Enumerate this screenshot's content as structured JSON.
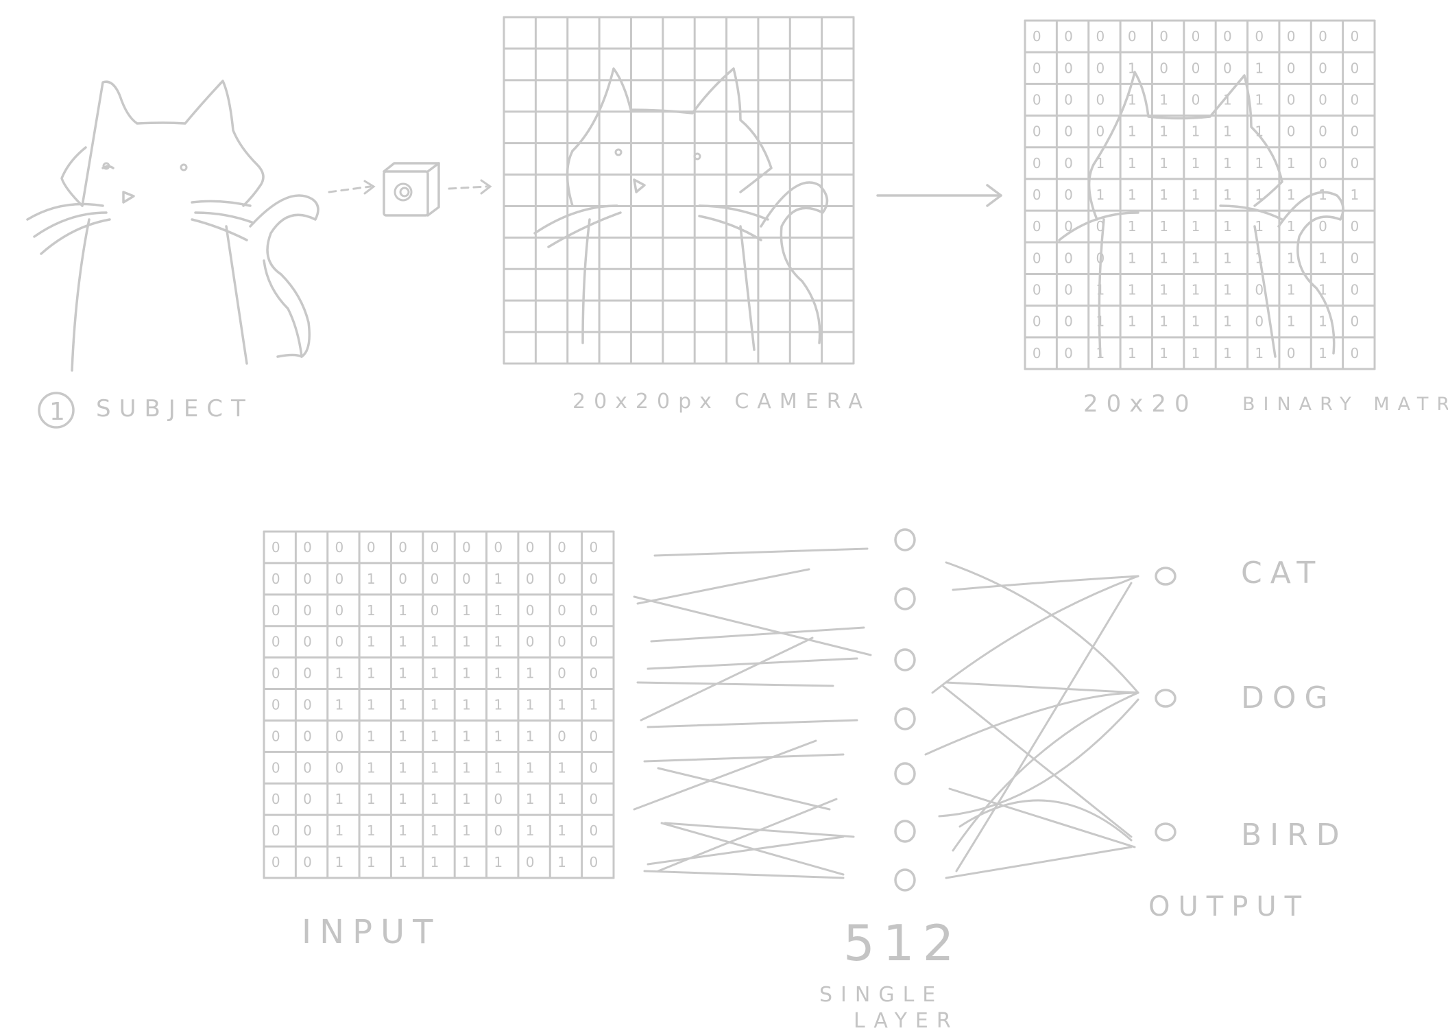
{
  "colors": {
    "stroke": "#c8c8c8",
    "text": "#c4c4c4",
    "background": "#ffffff"
  },
  "labels": {
    "step_number": "1",
    "subject": "SUBJECT",
    "camera": "20x20px CAMERA",
    "matrix_size": "20x20",
    "matrix_kind": "BINARY MATRIX",
    "input": "INPUT",
    "hidden_count": "512",
    "hidden_kind_line1": "SINGLE",
    "hidden_kind_line2": "LAYER",
    "output": "OUTPUT"
  },
  "outputs": [
    "CAT",
    "DOG",
    "BIRD"
  ],
  "matrix": [
    [
      "0",
      "0",
      "0",
      "0",
      "0",
      "0",
      "0",
      "0",
      "0",
      "0",
      "0"
    ],
    [
      "0",
      "0",
      "0",
      "1",
      "0",
      "0",
      "0",
      "1",
      "0",
      "0",
      "0"
    ],
    [
      "0",
      "0",
      "0",
      "1",
      "1",
      "0",
      "1",
      "1",
      "0",
      "0",
      "0"
    ],
    [
      "0",
      "0",
      "0",
      "1",
      "1",
      "1",
      "1",
      "1",
      "0",
      "0",
      "0"
    ],
    [
      "0",
      "0",
      "1",
      "1",
      "1",
      "1",
      "1",
      "1",
      "1",
      "0",
      "0"
    ],
    [
      "0",
      "0",
      "1",
      "1",
      "1",
      "1",
      "1",
      "1",
      "1",
      "1",
      "1"
    ],
    [
      "0",
      "0",
      "0",
      "1",
      "1",
      "1",
      "1",
      "1",
      "1",
      "0",
      "0"
    ],
    [
      "0",
      "0",
      "0",
      "1",
      "1",
      "1",
      "1",
      "1",
      "1",
      "1",
      "0"
    ],
    [
      "0",
      "0",
      "1",
      "1",
      "1",
      "1",
      "1",
      "0",
      "1",
      "1",
      "0"
    ],
    [
      "0",
      "0",
      "1",
      "1",
      "1",
      "1",
      "1",
      "0",
      "1",
      "1",
      "0"
    ],
    [
      "0",
      "0",
      "1",
      "1",
      "1",
      "1",
      "1",
      "1",
      "0",
      "1",
      "0"
    ]
  ],
  "hidden_nodes_drawn": 7
}
